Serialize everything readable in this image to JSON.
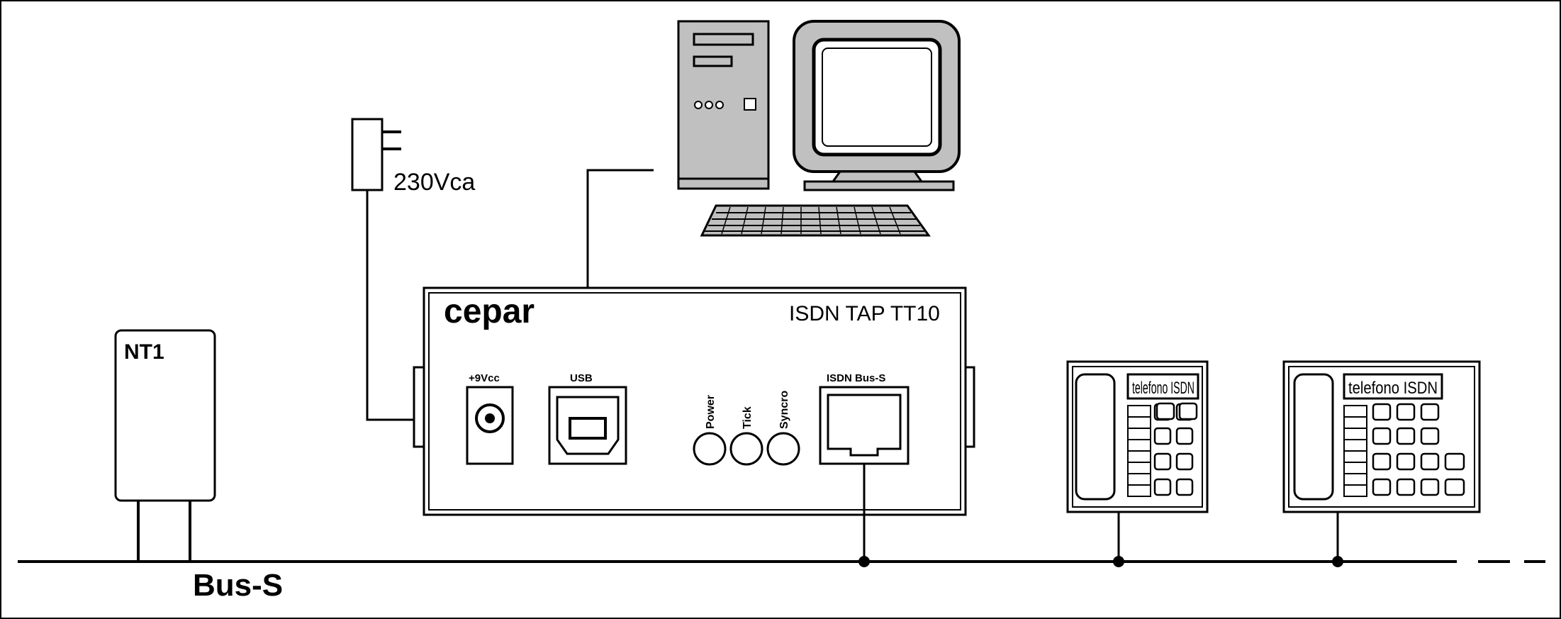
{
  "labels": {
    "adapter_voltage": "230Vca",
    "device_brand": "cepar",
    "device_model": "ISDN TAP TT10",
    "port_power": "+9Vcc",
    "port_usb": "USB",
    "port_isdn": "ISDN Bus-S",
    "led_power": "Power",
    "led_tick": "Tick",
    "led_syncro": "Syncro",
    "nt1": "NT1",
    "phone_1": "telefono ISDN",
    "phone_2": "telefono ISDN",
    "bus": "Bus-S"
  }
}
